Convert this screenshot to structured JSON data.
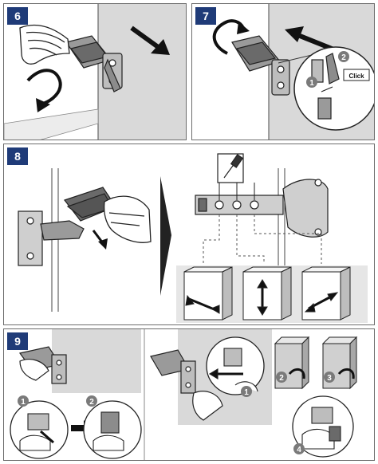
{
  "steps": {
    "s6": "6",
    "s7": "7",
    "s8": "8",
    "s9": "9"
  },
  "callouts": {
    "click": "Click",
    "n1": "1",
    "n2": "2",
    "n3": "3",
    "n4": "4"
  },
  "colors": {
    "badge": "#1f3b78",
    "wall": "#d8d8d8",
    "frame": "#6d6d6d"
  }
}
